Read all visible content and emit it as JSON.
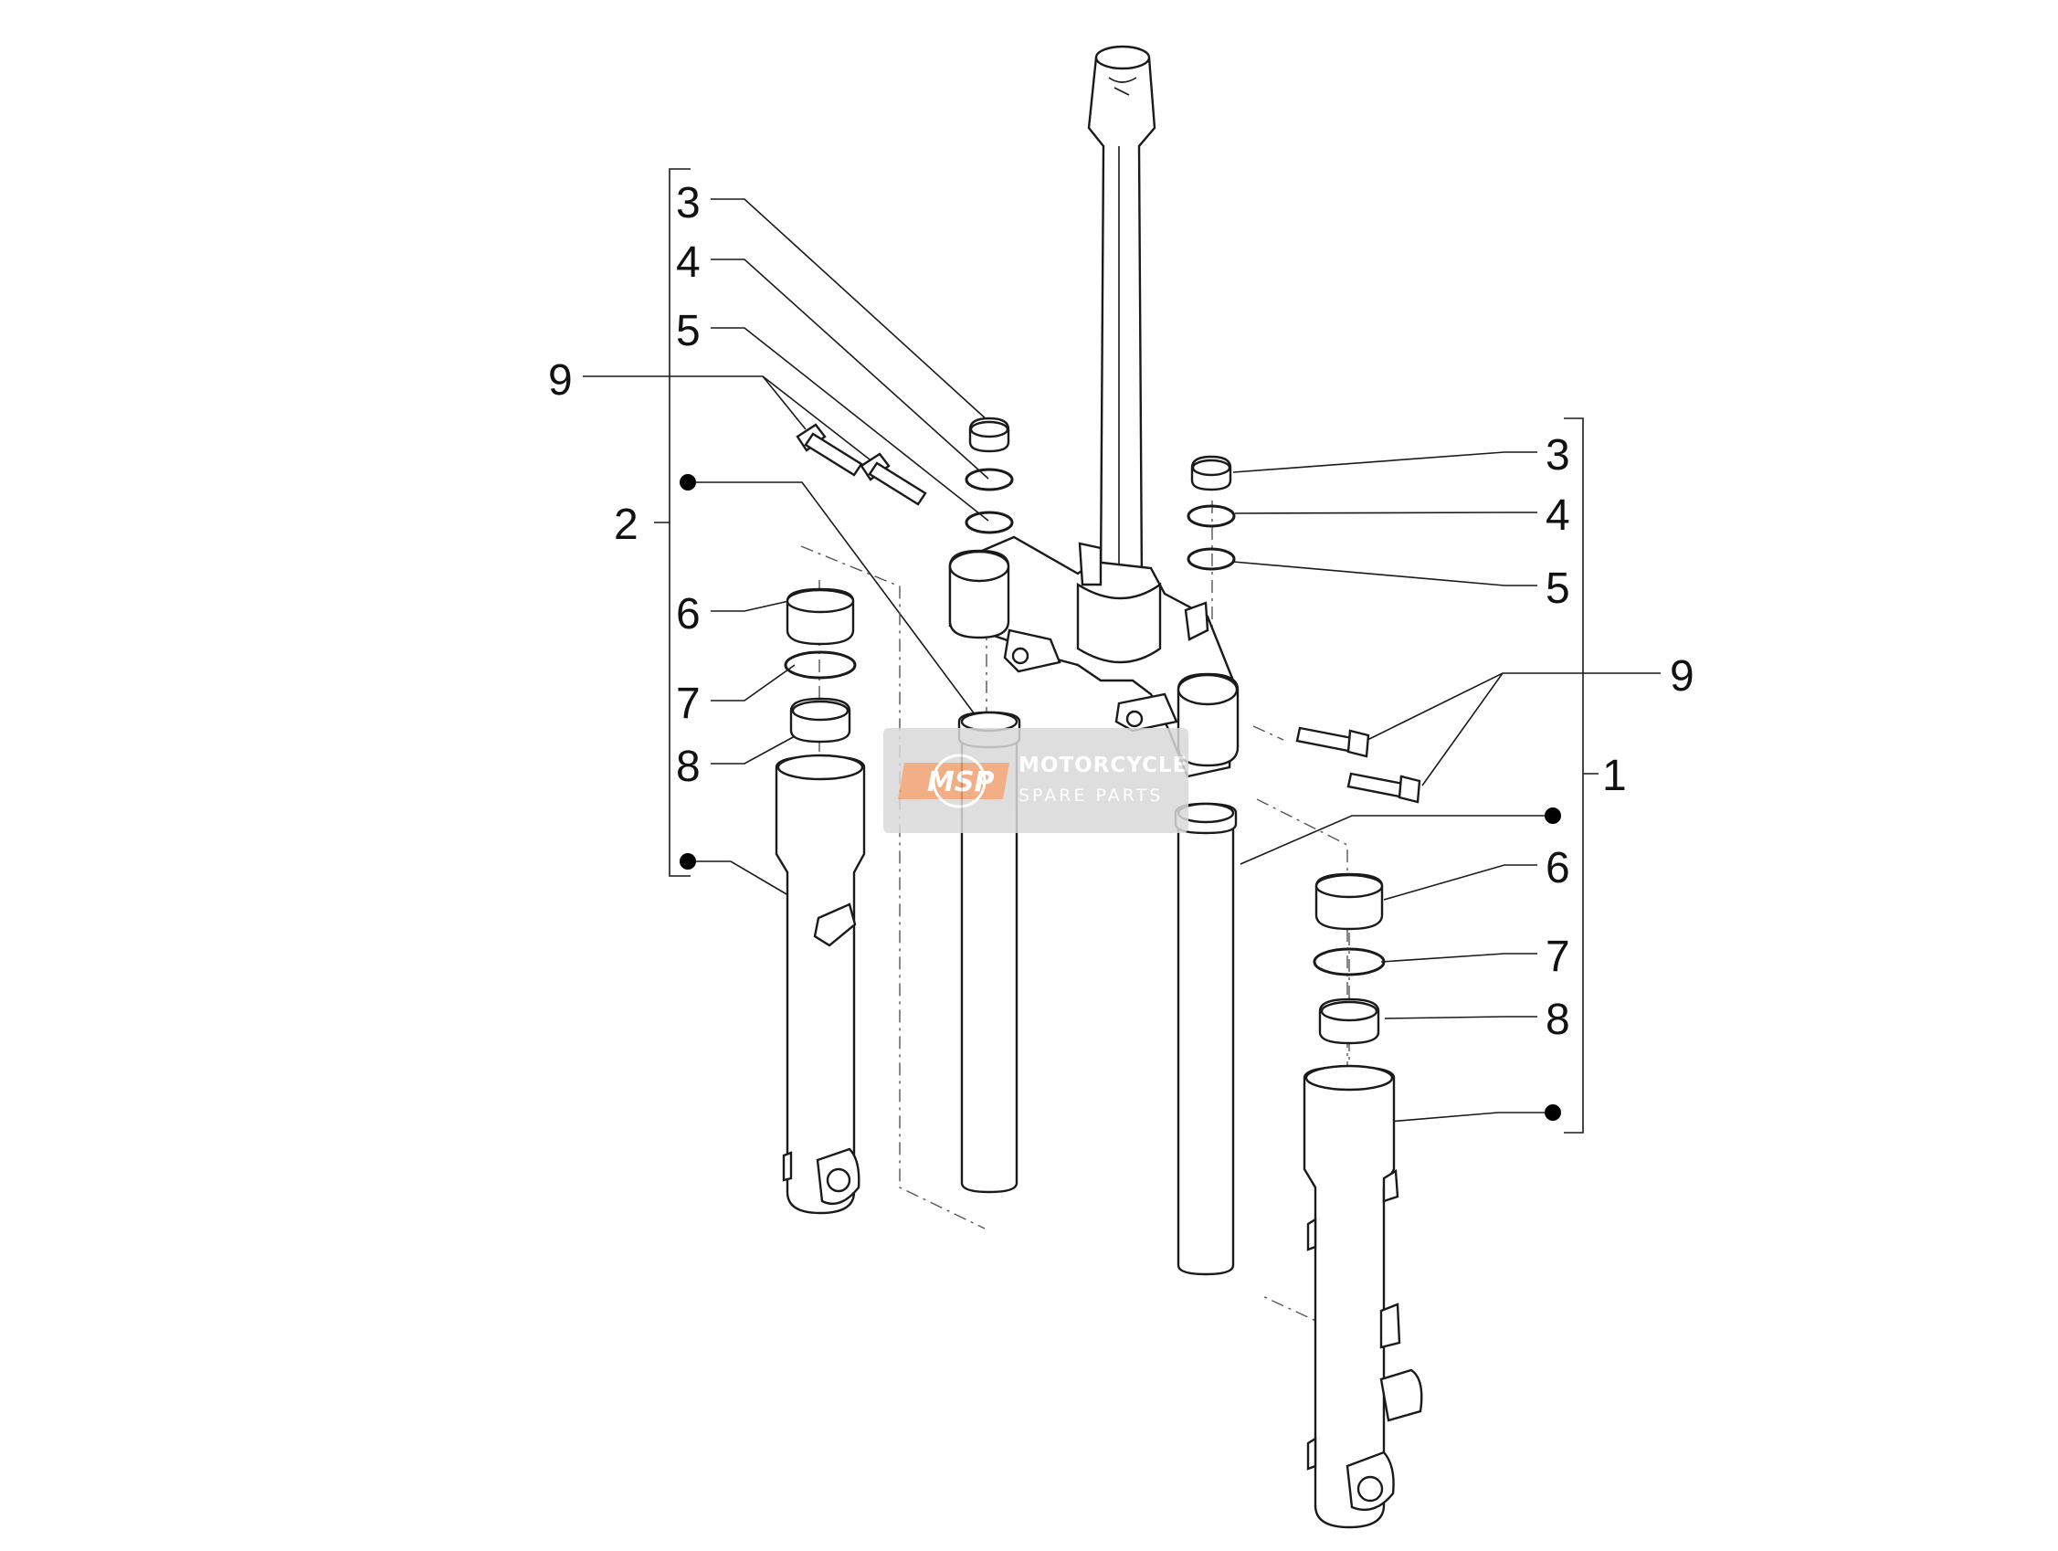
{
  "diagram": {
    "left_assembly": {
      "group_label": "2",
      "callouts": [
        "3",
        "4",
        "5",
        "9",
        "6",
        "7",
        "8"
      ]
    },
    "right_assembly": {
      "group_label": "1",
      "callouts": [
        "3",
        "4",
        "5",
        "9",
        "6",
        "7",
        "8"
      ]
    }
  },
  "watermark": {
    "logo_text": "MSP",
    "title": "MOTORCYCLE",
    "subtitle": "SPARE PARTS"
  },
  "colors": {
    "line": "#1a1a1a",
    "background": "#ffffff",
    "watermark_box": "#d9d9d9",
    "watermark_logo": "#f0a070"
  }
}
